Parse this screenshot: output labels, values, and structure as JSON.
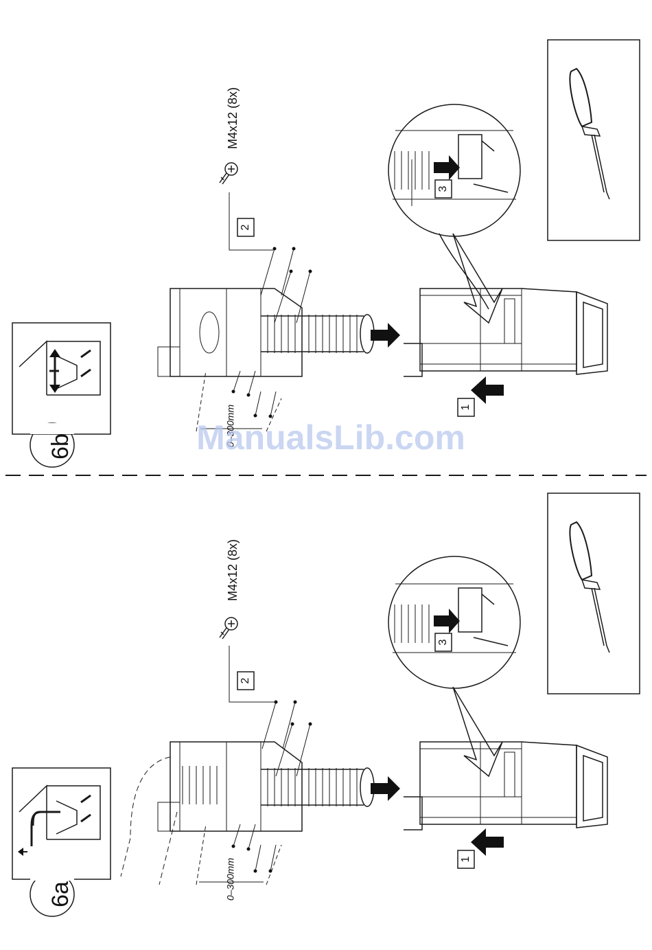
{
  "watermark": "ManualsLib.com",
  "colors": {
    "ink": "#1a1a1a",
    "watermark": "#b8c8ee",
    "paper": "#ffffff"
  },
  "panels": [
    {
      "step_label": "6b",
      "screw_spec": "M4x12 (8x)",
      "callout_1": "1",
      "callout_2": "2",
      "callout_3": "3",
      "dimension": "0–300mm",
      "mode_icon": "recirculation-mode-icon",
      "tool_icon": "screwdriver-icon"
    },
    {
      "step_label": "6a",
      "screw_spec": "M4x12 (8x)",
      "callout_1": "1",
      "callout_2": "2",
      "callout_3": "3",
      "dimension": "0–300mm",
      "mode_icon": "extraction-mode-icon",
      "tool_icon": "screwdriver-icon"
    }
  ]
}
